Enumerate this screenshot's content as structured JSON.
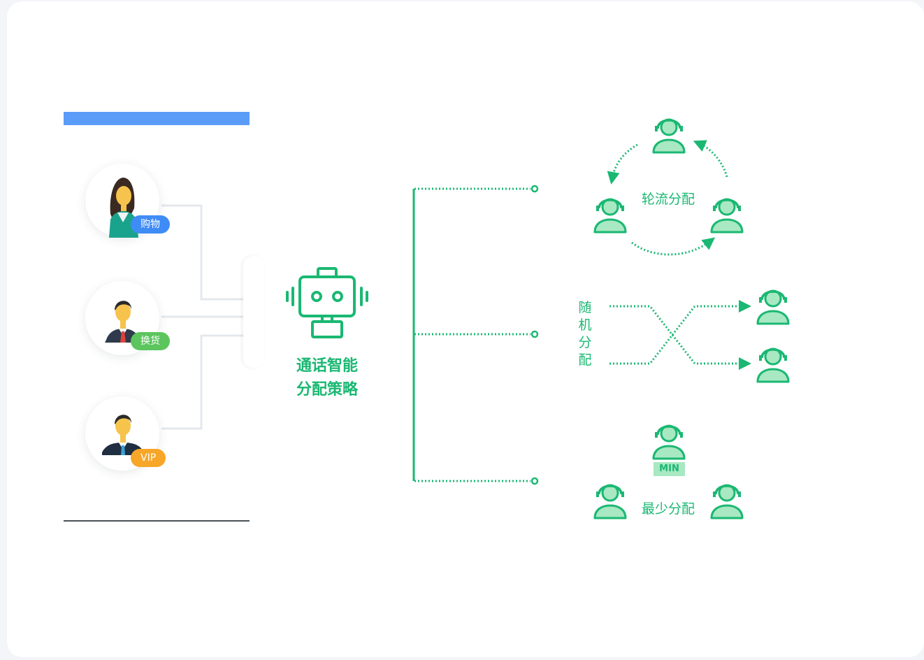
{
  "customers": {
    "shopping": {
      "tag": "购物",
      "tag_color": "#3f8cf6"
    },
    "exchange": {
      "tag": "换货",
      "tag_color": "#5cc55e"
    },
    "vip": {
      "tag": "VIP",
      "tag_color": "#f7a628"
    }
  },
  "robot": {
    "line1": "通话智能",
    "line2": "分配策略",
    "icon": "robot-icon"
  },
  "strategies": {
    "round_robin": {
      "label": "轮流分配"
    },
    "random": {
      "label_chars": [
        "随",
        "机",
        "分",
        "配"
      ]
    },
    "least": {
      "label": "最少分配",
      "badge": "MIN"
    }
  },
  "colors": {
    "accent_green": "#1ab872",
    "agent_fill": "#a8e8c2",
    "top_bar_blue": "#5b9cf8",
    "background": "#f3f5f8"
  },
  "icons": [
    "customer-avatar-icon",
    "agent-headset-icon",
    "robot-icon",
    "arrow-icon"
  ]
}
